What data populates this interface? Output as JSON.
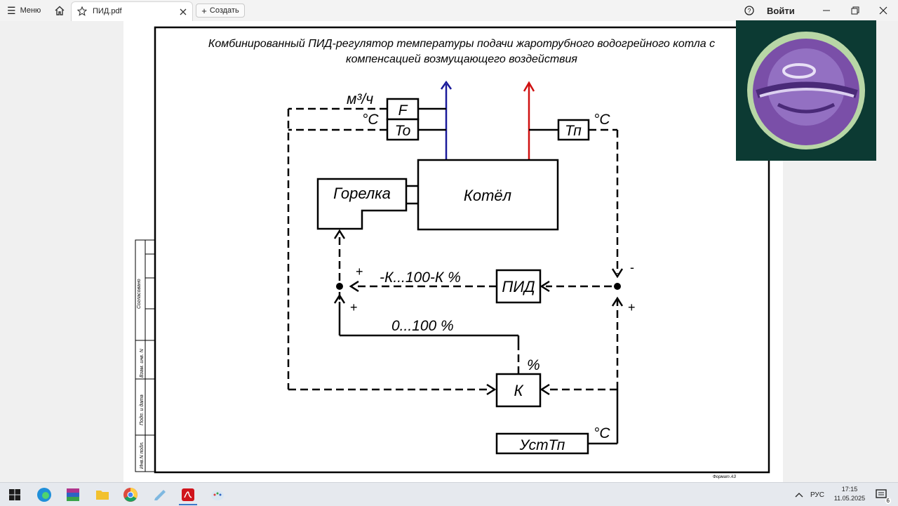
{
  "browser": {
    "menu_label": "Меню",
    "tab_title": "ПИД.pdf",
    "new_label": "Создать",
    "signin_label": "Войти"
  },
  "stamp": {
    "agreed": "Согласовано",
    "inv_repl": "Взам. инв. N",
    "sign_date": "Подп. и дата",
    "inv_orig": "Инв.N подл."
  },
  "diagram": {
    "title_line1": "Комбинированный ПИД-регулятор температуры подачи жаротрубного водогрейного котла с",
    "title_line2": "компенсацией возмущающего воздействия",
    "unit_flow": "м³/ч",
    "unit_c1": "°С",
    "unit_c2": "°С",
    "unit_c3": "°С",
    "block_f": "F",
    "block_to": "To",
    "block_tp": "Тп",
    "block_burner": "Горелка",
    "block_boiler": "Котёл",
    "block_pid": "ПИД",
    "block_k": "К",
    "block_setpoint": "УстТп",
    "sign_plus1": "+",
    "sign_plus2": "+",
    "sign_minus": "-",
    "sign_plus3": "+",
    "label_range1": "-К...100-К %",
    "label_range2": "0...100 %",
    "label_percent": "%",
    "format": "Формат А3"
  },
  "taskbar": {
    "lang": "РУС",
    "time": "17:15",
    "date": "11.05.2025",
    "notifications": "6"
  },
  "colors": {
    "supply_arrow": "#d01010",
    "return_arrow": "#1a1a9a",
    "overlay_bg": "#0c3a33"
  }
}
